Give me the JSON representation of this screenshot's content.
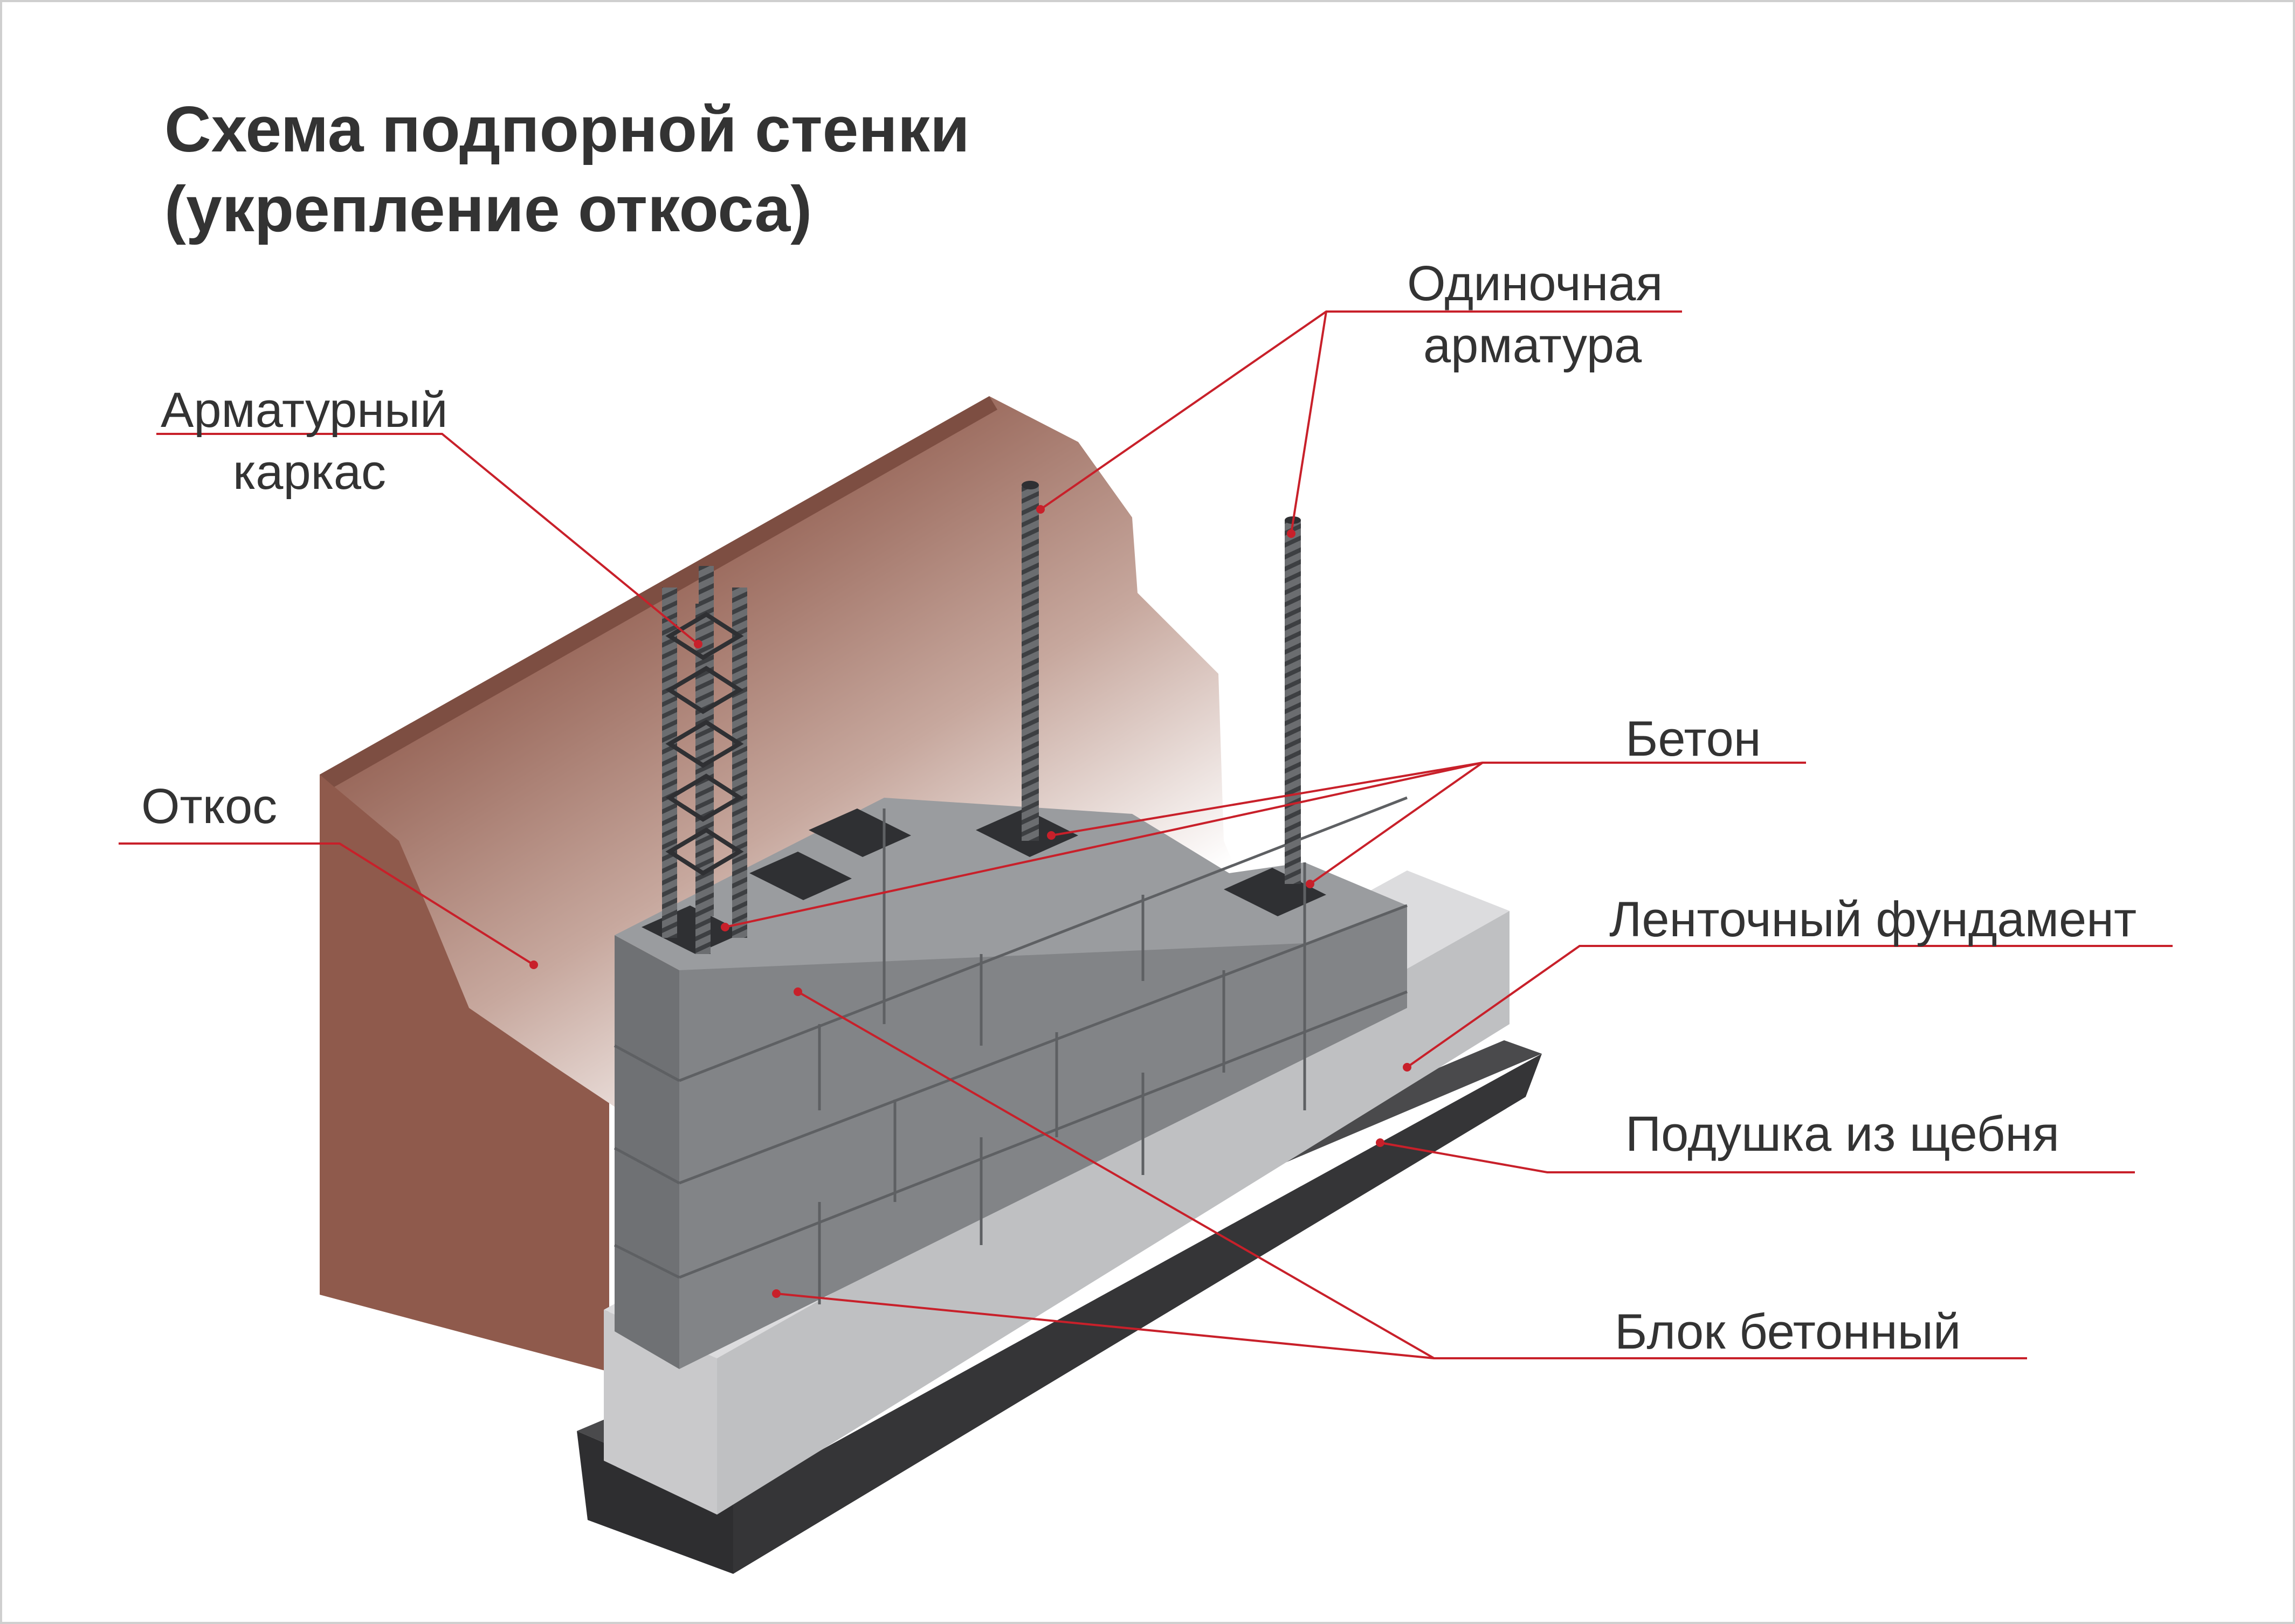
{
  "title": {
    "line1": "Схема подпорной стенки",
    "line2": "(укрепление откоса)"
  },
  "labels": {
    "single_rebar": {
      "line1": "Одиночная",
      "line2": "арматура"
    },
    "rebar_cage": {
      "line1": "Арматурный",
      "line2": "каркас"
    },
    "slope": "Откос",
    "concrete": "Бетон",
    "strip_foundation": "Ленточный фундамент",
    "gravel_bed": "Подушка из щебня",
    "concrete_block": "Блок бетонный"
  },
  "colors": {
    "slope": "#8f5a4c",
    "block": "#7f8184",
    "foundation": "#c4c5c7",
    "gravel_bed": "#3a3a3b",
    "leader": "#c8202a",
    "text": "#333333"
  }
}
